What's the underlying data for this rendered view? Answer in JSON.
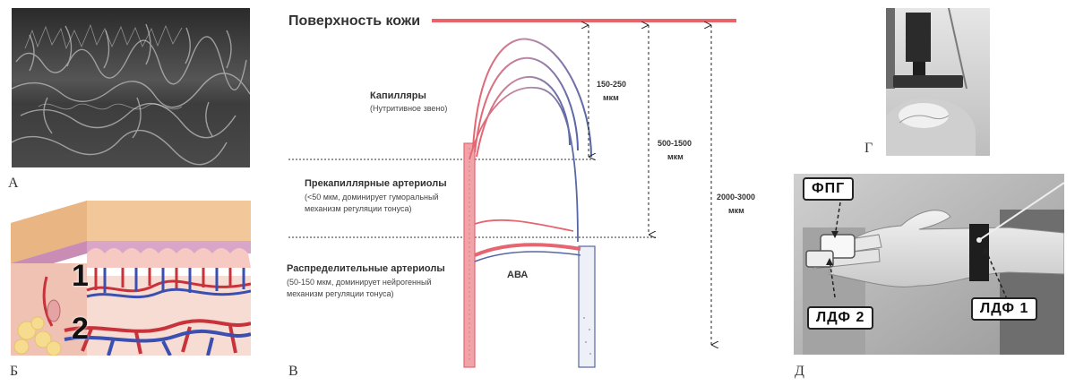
{
  "panels": {
    "a": {
      "letter": "А"
    },
    "b": {
      "letter": "Б",
      "layer_1": "1",
      "layer_2": "2"
    },
    "v": {
      "letter": "В",
      "skin_surface": "Поверхность кожи",
      "capillaries_title": "Капилляры",
      "capillaries_sub": "(Нутритивное звено)",
      "precap_title": "Прекапиллярные артериолы",
      "precap_sub1": "(<50 мкм, доминирует гуморальный",
      "precap_sub2": "механизм регуляции тонуса)",
      "distrib_title": "Распределительные артериолы",
      "distrib_sub1": "(50-150 мкм, доминирует нейрогенный",
      "distrib_sub2": "механизм регуляции тонуса)",
      "ava_label": "АВА",
      "depth_1_value": "150-250",
      "depth_1_unit": "мкм",
      "depth_2_value": "500-1500",
      "depth_2_unit": "мкм",
      "depth_3_value": "2000-3000",
      "depth_3_unit": "мкм"
    },
    "g": {
      "letter": "Г"
    },
    "d": {
      "letter": "Д",
      "ppg_label": "ФПГ",
      "ldf2_label": "ЛДФ 2",
      "ldf1_label": "ЛДФ 1"
    }
  },
  "colors": {
    "arterial": "#e56670",
    "venous": "#5566a6",
    "skin_line": "#e9636b"
  }
}
